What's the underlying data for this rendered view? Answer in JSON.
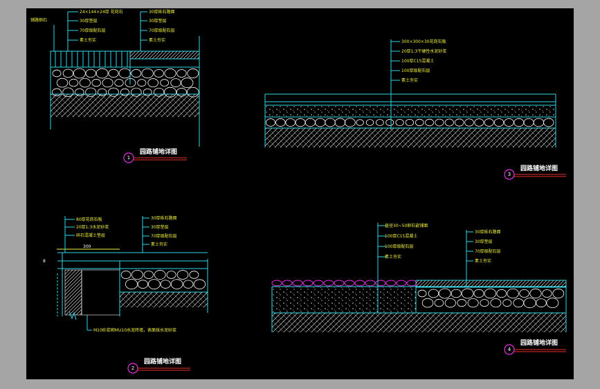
{
  "colors": {
    "background": "#000000",
    "frame": "#a5a5a5",
    "cyan": "#30d8e8",
    "yellow": "#f0f040",
    "white": "#ffffff",
    "magenta": "#e030e0",
    "red": "#e83030"
  },
  "detail1": {
    "label_left": "铺路侧石",
    "labels_left": [
      "24×144×24厚 花岗石",
      "30厚垫层",
      "70厚级配石层",
      "素土夯实"
    ],
    "labels_right": [
      "30厚砾石路面",
      "30厚垫层",
      "70厚级配石层",
      "素土夯实"
    ],
    "title": "园路铺地详图",
    "number": "1"
  },
  "detail2": {
    "labels_left": [
      "80厚花岗石板",
      "20厚1:3水泥砂浆",
      "碎石混凝土垫层"
    ],
    "labels_right": [
      "30厚砾石路面",
      "30厚垫层",
      "70厚级配石层",
      "素土夯实"
    ],
    "dimension": "300",
    "side_mark": "8",
    "bottom_note": "M10砂浆砌MU10水泥砖墙，表面抹水泥砂浆",
    "title": "园路铺地详图",
    "number": "2"
  },
  "detail3": {
    "labels": [
      "300×300×30花岗石板",
      "20厚1:3干硬性水泥砂浆",
      "100厚C15混凝土",
      "100厚级配石层",
      "素土夯实"
    ],
    "title": "园路铺地详图",
    "number": "3"
  },
  "detail4": {
    "labels_left": [
      "直径30~50卵石嵌铺面",
      "100厚C15混凝土",
      "100厚级配石层",
      "素土夯实"
    ],
    "labels_right": [
      "30厚砾石路面",
      "30厚垫层",
      "70厚级配石层",
      "素土夯实"
    ],
    "title": "园路铺地详图",
    "number": "4"
  }
}
